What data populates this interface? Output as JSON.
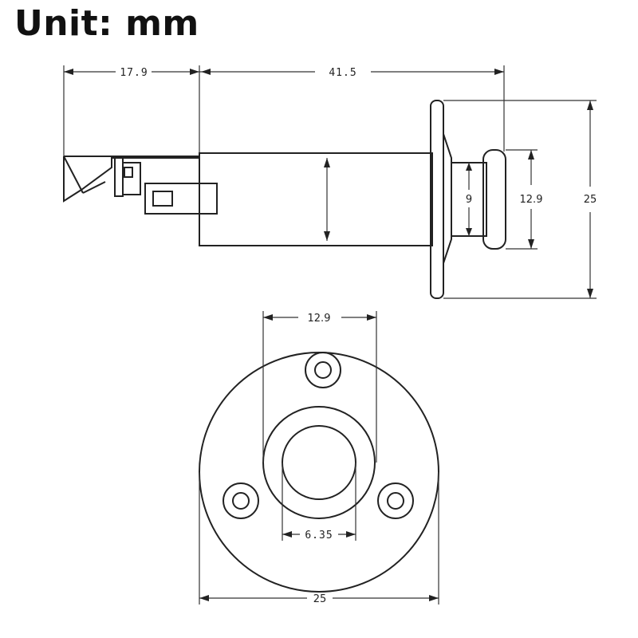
{
  "title": "Unit: mm",
  "dimensions": {
    "back_length": "17.9",
    "barrel_length": "41.5",
    "barrel_height": "9",
    "nut_diameter": "12.9",
    "flange_diameter": "25",
    "front_nut_diameter": "12.9",
    "jack_hole": "6.35",
    "plate_diameter": "25"
  }
}
